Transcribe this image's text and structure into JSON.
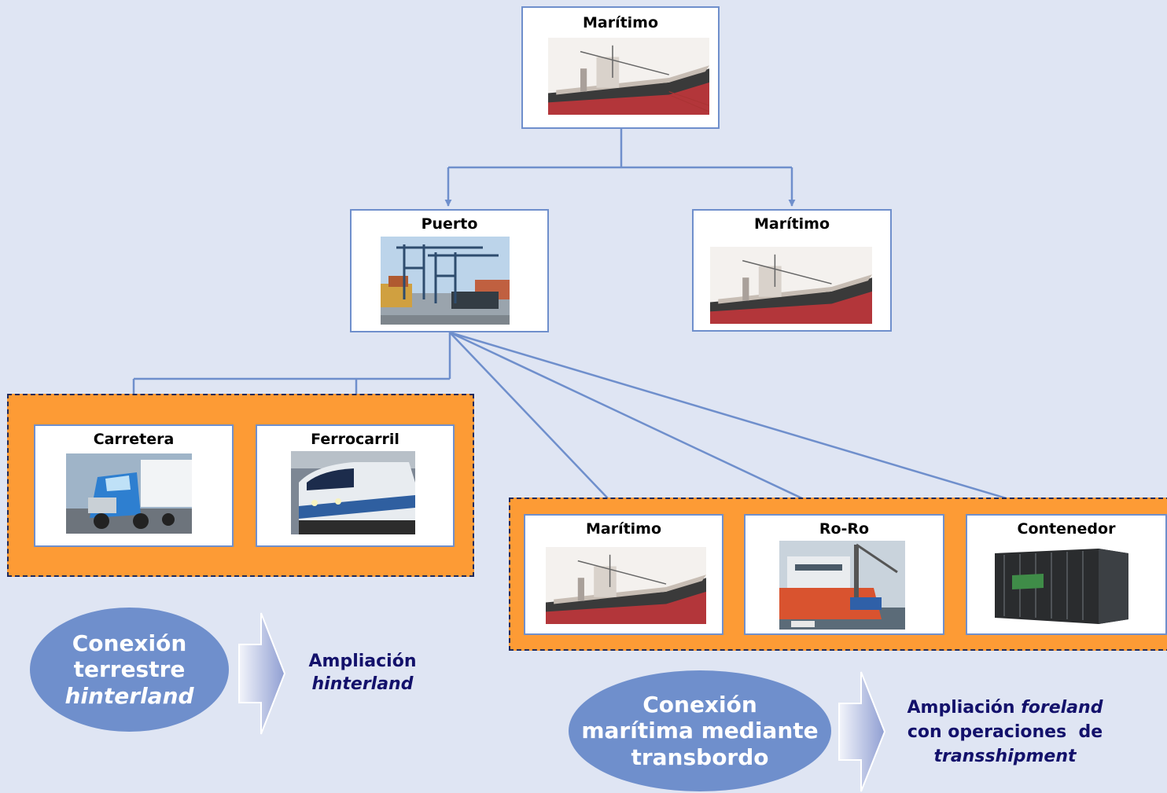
{
  "nodes": {
    "top": "Marítimo",
    "puerto": "Puerto",
    "maritimo_right": "Marítimo",
    "carretera": "Carretera",
    "ferrocarril": "Ferrocarril",
    "maritimo_bottom": "Marítimo",
    "roro": "Ro-Ro",
    "contenedor": "Contenedor"
  },
  "ellipses": {
    "left": {
      "line1": "Conexión",
      "line2": "terrestre",
      "line3": "hinterland"
    },
    "right": {
      "line1": "Conexión",
      "line2": "marítima mediante",
      "line3": "transbordo"
    }
  },
  "notes": {
    "left": {
      "line1": "Ampliación",
      "line2": "hinterland"
    },
    "right": {
      "a": "Ampliación ",
      "b": "foreland",
      "c": "con operaciones  de",
      "d": "transshipment"
    }
  },
  "colors": {
    "background": "#dfe5f3",
    "node_border": "#6f8fcc",
    "group_fill": "#fd9b35",
    "group_border": "#1f2a5c",
    "ellipse": "#6f8fcc",
    "note_text": "#13116b"
  },
  "icons": [
    "ship-picture",
    "port-cranes-picture",
    "truck-picture",
    "train-picture",
    "roro-ship-picture",
    "container-picture",
    "chevron-arrow-icon"
  ]
}
